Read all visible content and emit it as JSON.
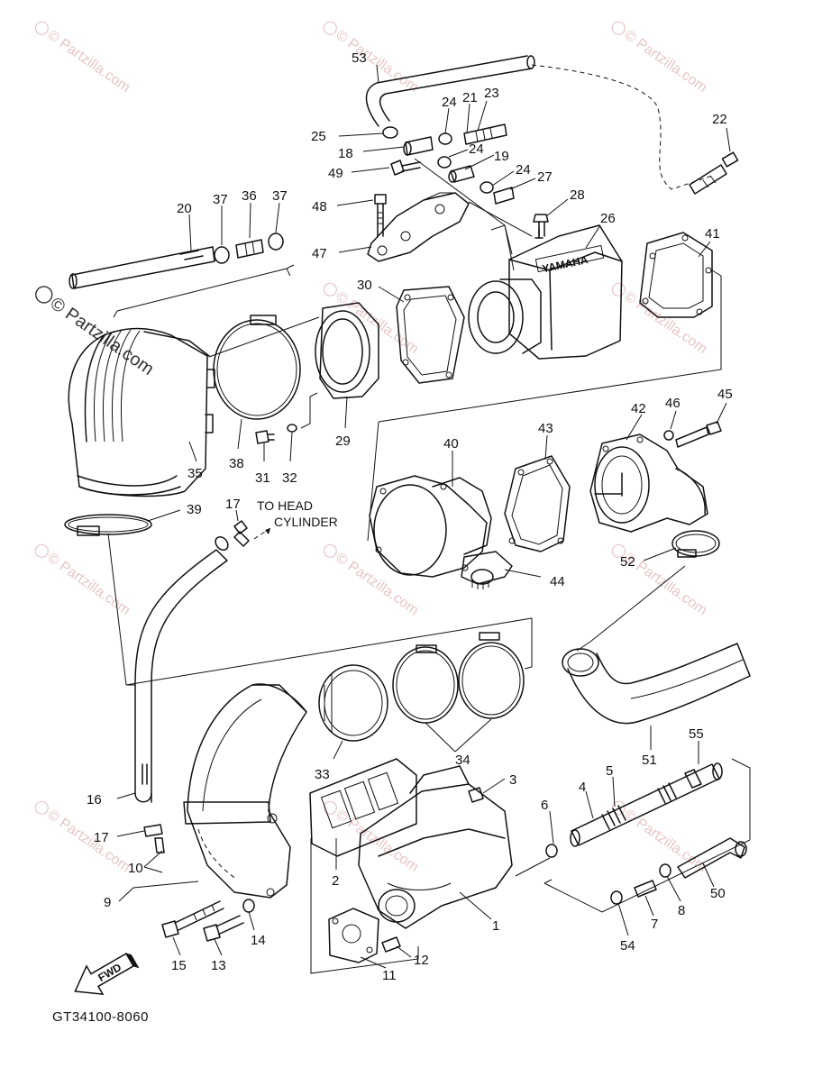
{
  "diagram": {
    "code": "GT34100-8060",
    "watermark": "© Partzilla.com",
    "note_line1": "TO HEAD",
    "note_line2": "CYLINDER",
    "brand_on_part": "YAMAHA",
    "direction_label": "FWD",
    "callouts": {
      "c1": "1",
      "c2": "2",
      "c3": "3",
      "c4": "4",
      "c5": "5",
      "c6": "6",
      "c7": "7",
      "c8": "8",
      "c9": "9",
      "c10": "10",
      "c11": "11",
      "c12": "12",
      "c13": "13",
      "c14": "14",
      "c15": "15",
      "c16": "16",
      "c17a": "17",
      "c17b": "17",
      "c18": "18",
      "c19": "19",
      "c20": "20",
      "c21": "21",
      "c22": "22",
      "c23": "23",
      "c24a": "24",
      "c24b": "24",
      "c24c": "24",
      "c25": "25",
      "c26": "26",
      "c27": "27",
      "c28": "28",
      "c29": "29",
      "c30": "30",
      "c31": "31",
      "c32": "32",
      "c33": "33",
      "c34": "34",
      "c35": "35",
      "c36": "36",
      "c37a": "37",
      "c37b": "37",
      "c38": "38",
      "c39": "39",
      "c40": "40",
      "c41": "41",
      "c42": "42",
      "c43": "43",
      "c44": "44",
      "c45": "45",
      "c46": "46",
      "c47": "47",
      "c48": "48",
      "c49": "49",
      "c50": "50",
      "c51": "51",
      "c52": "52",
      "c53": "53",
      "c54": "54",
      "c55": "55"
    }
  }
}
